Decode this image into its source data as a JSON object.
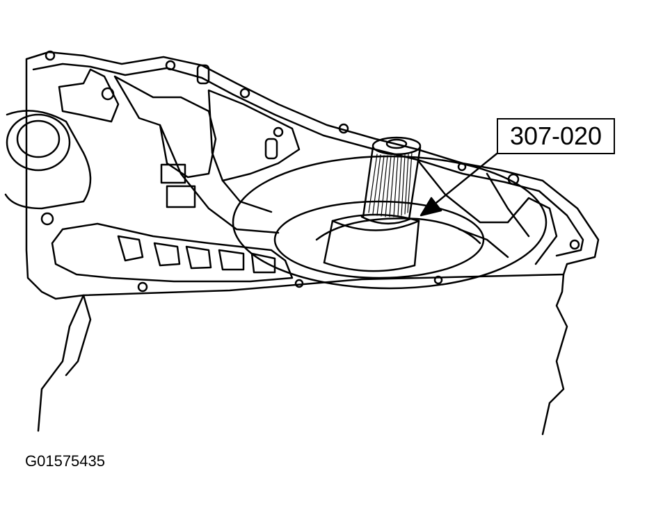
{
  "callout": {
    "tool_number": "307-020"
  },
  "figure": {
    "id": "G01575435"
  },
  "colors": {
    "line": "#000000",
    "background": "#ffffff"
  },
  "icons": {
    "arrow": "callout-arrow"
  }
}
